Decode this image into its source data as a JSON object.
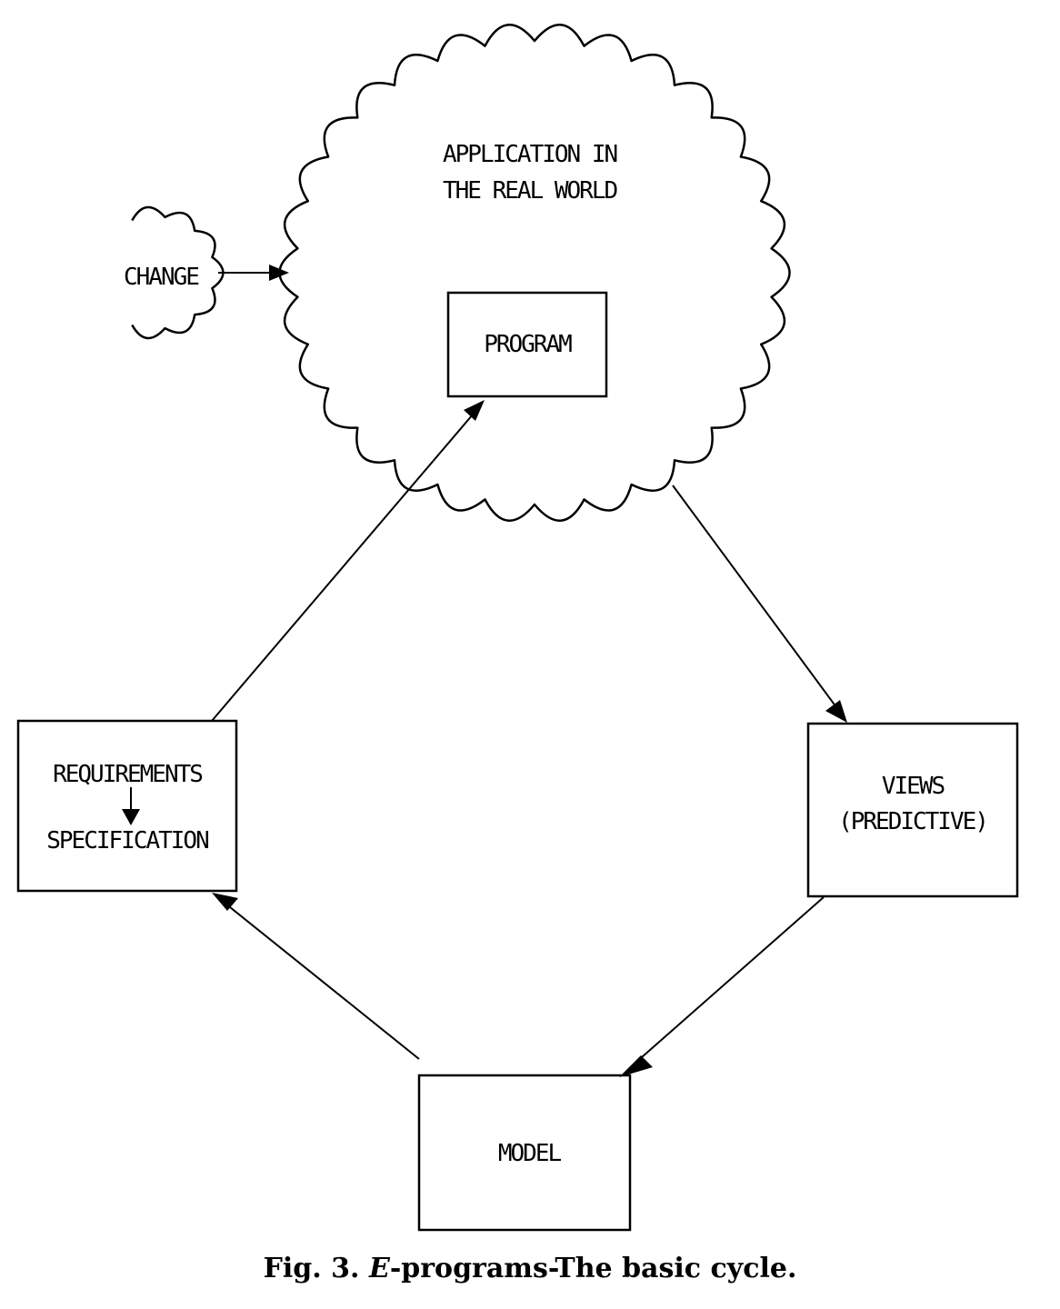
{
  "clouds": {
    "application_line1": "APPLICATION IN",
    "application_line2": "THE REAL WORLD",
    "change": "CHANGE"
  },
  "boxes": {
    "program": "PROGRAM",
    "requirements": "REQUIREMENTS",
    "specification": "SPECIFICATION",
    "views_line1": "VIEWS",
    "views_line2": "(PREDICTIVE)",
    "model": "MODEL"
  },
  "caption": {
    "prefix": "Fig. 3.",
    "emphasis": "E",
    "rest": "-programs-The basic cycle."
  },
  "colors": {
    "ink": "#000000",
    "paper": "#ffffff"
  }
}
